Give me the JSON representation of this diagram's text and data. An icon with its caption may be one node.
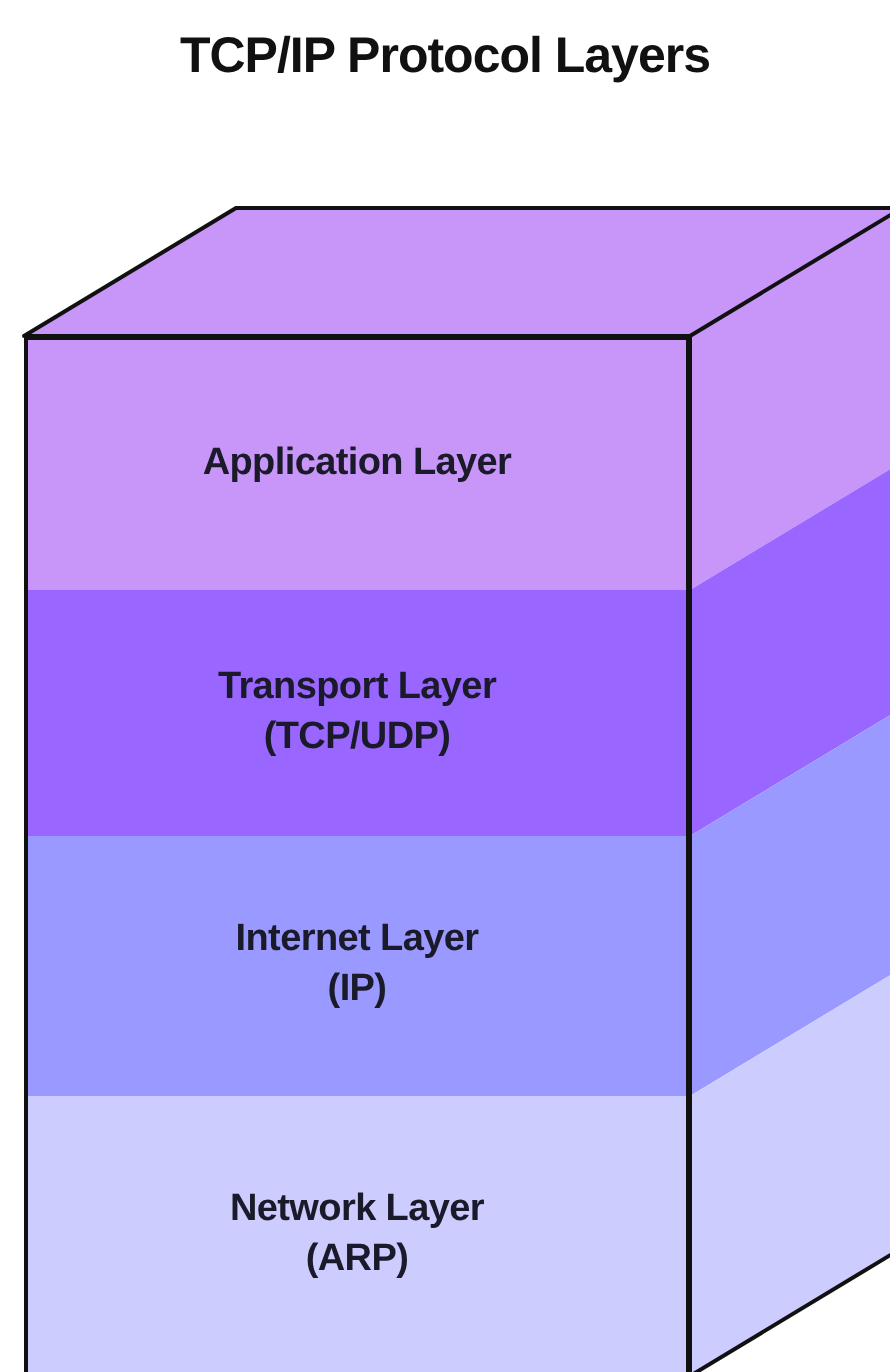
{
  "diagram": {
    "title": "TCP/IP Protocol Layers",
    "nodes": [
      {
        "text": [
          "Application Layer"
        ]
      },
      {
        "text": [
          "Transport Layer",
          "(TCP/UDP)"
        ]
      },
      {
        "text": [
          "Internet Layer",
          "(IP)"
        ]
      },
      {
        "text": [
          "Network Layer",
          "(ARP)"
        ]
      }
    ]
  }
}
